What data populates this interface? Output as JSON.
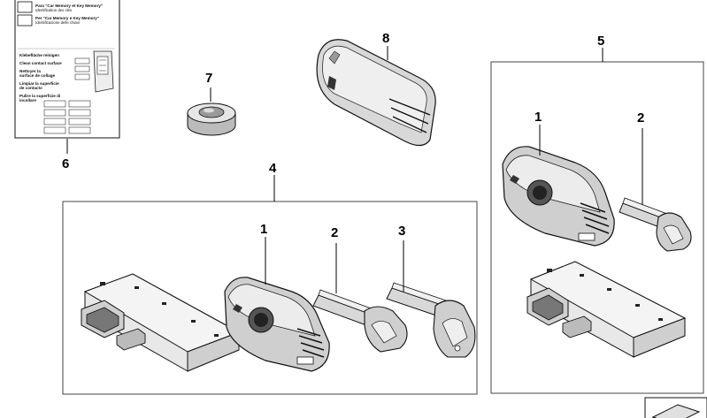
{
  "callouts": {
    "c1a": "1",
    "c2a": "2",
    "c3": "3",
    "c4": "4",
    "c5": "5",
    "c1b": "1",
    "c2b": "2",
    "c6": "6",
    "c7": "7",
    "c8": "8"
  },
  "card": {
    "row1_title": "Para \"Car Memory et Key Memory\"",
    "row1_sub": "Identification des clés",
    "row2_title": "Per \"Car Memory e Key Memory\"",
    "row2_sub": "Identificazione delle chiavi",
    "label1": "Klebefläche reinigen",
    "label2": "Clean contact surface",
    "label3a": "Nettoyer la",
    "label3b": "surface de collage",
    "label4a": "Limpiar la superficie",
    "label4b": "de contacto",
    "label5a": "Pulire la superficie di",
    "label5b": "incollare"
  },
  "colors": {
    "outline": "#111111",
    "box": "#444444",
    "shade": "#dcdcdc",
    "dark": "#555555"
  }
}
